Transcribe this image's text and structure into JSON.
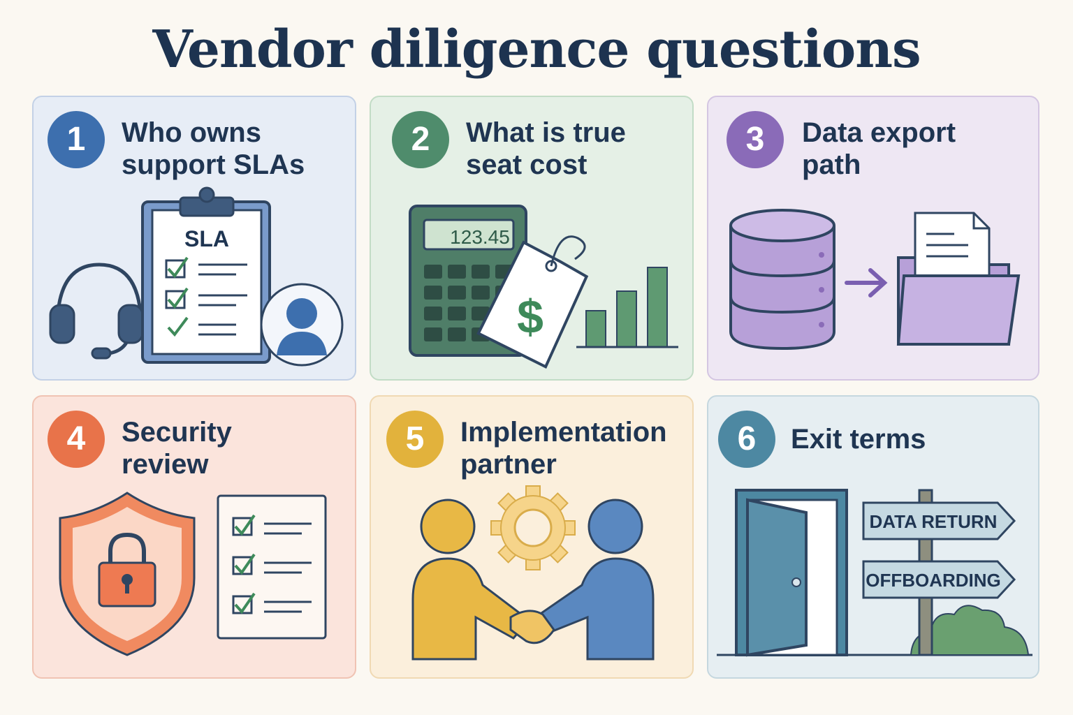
{
  "title": "Vendor diligence questions",
  "cards": [
    {
      "number": "1",
      "question": "Who owns\nsupport SLAs",
      "illustration_text": "SLA",
      "icons": [
        "headset-icon",
        "clipboard-checklist-icon",
        "user-avatar-icon"
      ],
      "accent": "#3d6fae",
      "background": "#e7edf6"
    },
    {
      "number": "2",
      "question": "What is true\nseat cost",
      "illustration_text": "123.45",
      "icons": [
        "calculator-icon",
        "price-tag-icon",
        "bar-chart-icon"
      ],
      "accent": "#4f8c6c",
      "background": "#e5f0e6"
    },
    {
      "number": "3",
      "question": "Data export\npath",
      "icons": [
        "database-icon",
        "arrow-right-icon",
        "folder-document-icon"
      ],
      "accent": "#8a6bb8",
      "background": "#eee7f3"
    },
    {
      "number": "4",
      "question": "Security\nreview",
      "icons": [
        "shield-lock-icon",
        "checklist-icon"
      ],
      "accent": "#e8734a",
      "background": "#fbe4dc"
    },
    {
      "number": "5",
      "question": "Implementation\npartner",
      "icons": [
        "handshake-icon",
        "gear-icon"
      ],
      "accent": "#e2b23c",
      "background": "#fbefdc"
    },
    {
      "number": "6",
      "question": "Exit terms",
      "signs": [
        "DATA RETURN",
        "OFFBOARDING"
      ],
      "icons": [
        "open-door-icon",
        "signpost-icon",
        "bush-icon"
      ],
      "accent": "#4d88a2",
      "background": "#e6eef2"
    }
  ]
}
